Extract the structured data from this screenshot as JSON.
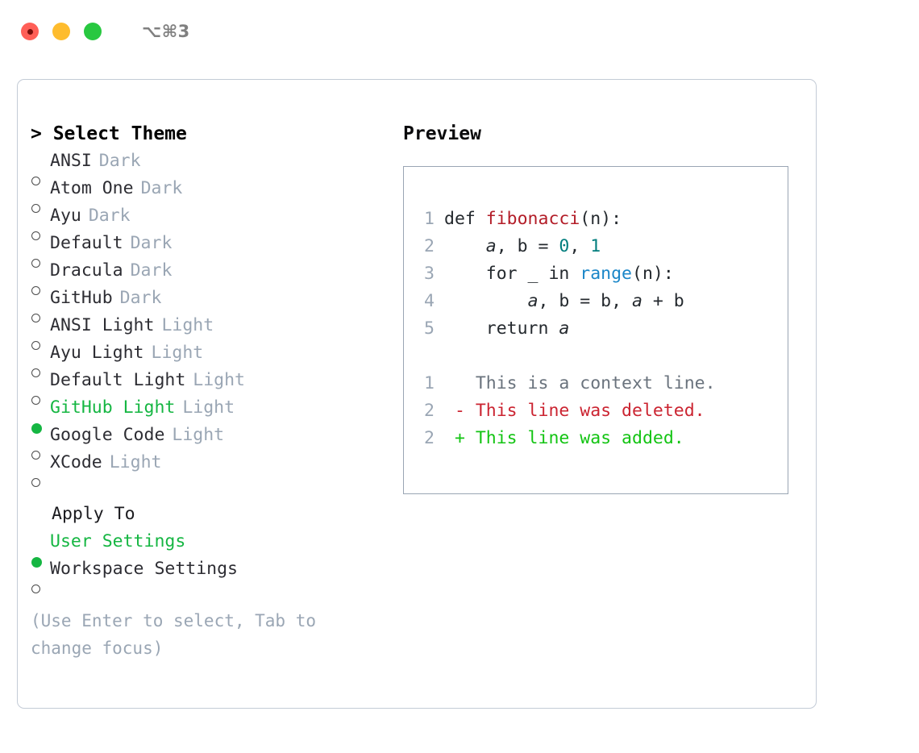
{
  "titlebar": {
    "shortcut": "⌥⌘3",
    "buttons": [
      "close",
      "minimize",
      "maximize"
    ]
  },
  "theme_panel": {
    "header": "> Select Theme",
    "themes": [
      {
        "name": "ANSI",
        "variant": "Dark",
        "selected": false
      },
      {
        "name": "Atom One",
        "variant": "Dark",
        "selected": false
      },
      {
        "name": "Ayu",
        "variant": "Dark",
        "selected": false
      },
      {
        "name": "Default",
        "variant": "Dark",
        "selected": false
      },
      {
        "name": "Dracula",
        "variant": "Dark",
        "selected": false
      },
      {
        "name": "GitHub",
        "variant": "Dark",
        "selected": false
      },
      {
        "name": "ANSI Light",
        "variant": "Light",
        "selected": false
      },
      {
        "name": "Ayu Light",
        "variant": "Light",
        "selected": false
      },
      {
        "name": "Default Light",
        "variant": "Light",
        "selected": false
      },
      {
        "name": "GitHub Light",
        "variant": "Light",
        "selected": true
      },
      {
        "name": "Google Code",
        "variant": "Light",
        "selected": false
      },
      {
        "name": "XCode",
        "variant": "Light",
        "selected": false
      }
    ],
    "apply_to": {
      "header": "Apply To",
      "options": [
        {
          "name": "User Settings",
          "selected": true
        },
        {
          "name": "Workspace Settings",
          "selected": false
        }
      ]
    },
    "hint": "(Use Enter to select, Tab to change focus)"
  },
  "preview": {
    "title": "Preview",
    "code_lines": [
      {
        "no": "1",
        "segments": [
          {
            "text": "def ",
            "type": "plain"
          },
          {
            "text": "fibonacci",
            "type": "fn"
          },
          {
            "text": "(n):",
            "type": "plain"
          }
        ]
      },
      {
        "no": "2",
        "segments": [
          {
            "text": "    ",
            "type": "plain"
          },
          {
            "text": "a",
            "type": "var"
          },
          {
            "text": ", b = ",
            "type": "plain"
          },
          {
            "text": "0",
            "type": "num"
          },
          {
            "text": ", ",
            "type": "plain"
          },
          {
            "text": "1",
            "type": "num"
          }
        ]
      },
      {
        "no": "3",
        "segments": [
          {
            "text": "    for _ in ",
            "type": "plain"
          },
          {
            "text": "range",
            "type": "call"
          },
          {
            "text": "(n):",
            "type": "plain"
          }
        ]
      },
      {
        "no": "4",
        "segments": [
          {
            "text": "        ",
            "type": "plain"
          },
          {
            "text": "a",
            "type": "var"
          },
          {
            "text": ", b = b, ",
            "type": "plain"
          },
          {
            "text": "a",
            "type": "var"
          },
          {
            "text": " + b",
            "type": "plain"
          }
        ]
      },
      {
        "no": "5",
        "segments": [
          {
            "text": "    return ",
            "type": "plain"
          },
          {
            "text": "a",
            "type": "var"
          }
        ]
      }
    ],
    "diff_lines": [
      {
        "no": "1",
        "sign": " ",
        "text": "This is a context line.",
        "type": "ctx"
      },
      {
        "no": "2",
        "sign": "-",
        "text": "This line was deleted.",
        "type": "del"
      },
      {
        "no": "2",
        "sign": "+",
        "text": "This line was added.",
        "type": "add"
      }
    ]
  },
  "colors": {
    "accent_green": "#15b642",
    "muted": "#9aa6b4",
    "fn_red": "#b31d28",
    "num_teal": "#007d7d",
    "call_blue": "#1a86c8",
    "diff_del": "#cb2431",
    "diff_add": "#13c413",
    "border": "#9aa5b4"
  }
}
